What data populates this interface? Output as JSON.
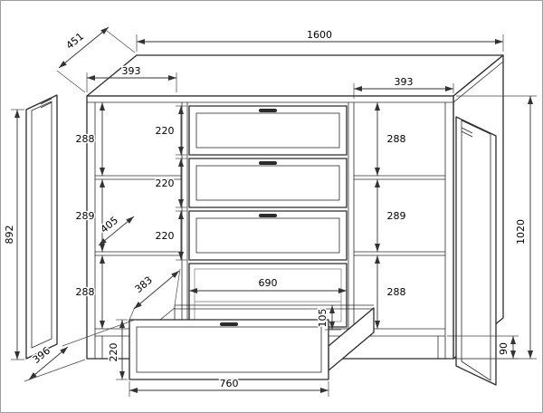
{
  "dims": {
    "overall_width": "1600",
    "top_depth": "451",
    "left_section_width": "393",
    "right_section_width": "393",
    "door_height": "892",
    "overall_height": "1020",
    "plinth_height": "90",
    "left_gap_top": "288",
    "left_gap_mid": "289",
    "left_gap_bottom": "288",
    "right_gap_top": "288",
    "right_gap_mid": "289",
    "right_gap_bottom": "288",
    "drawer_front_1": "220",
    "drawer_front_2": "220",
    "drawer_front_3": "220",
    "shelf_depth": "405",
    "bottom_depth": "396",
    "drawer_box_depth": "383",
    "drawer_opening_width": "690",
    "drawer_side_height": "105",
    "drawer_front_height": "220",
    "drawer_bottom_width": "760"
  },
  "colors": {
    "line": "#2b2b2b",
    "dim": "#333333",
    "background": "#ffffff",
    "border": "#9e9e9e"
  }
}
